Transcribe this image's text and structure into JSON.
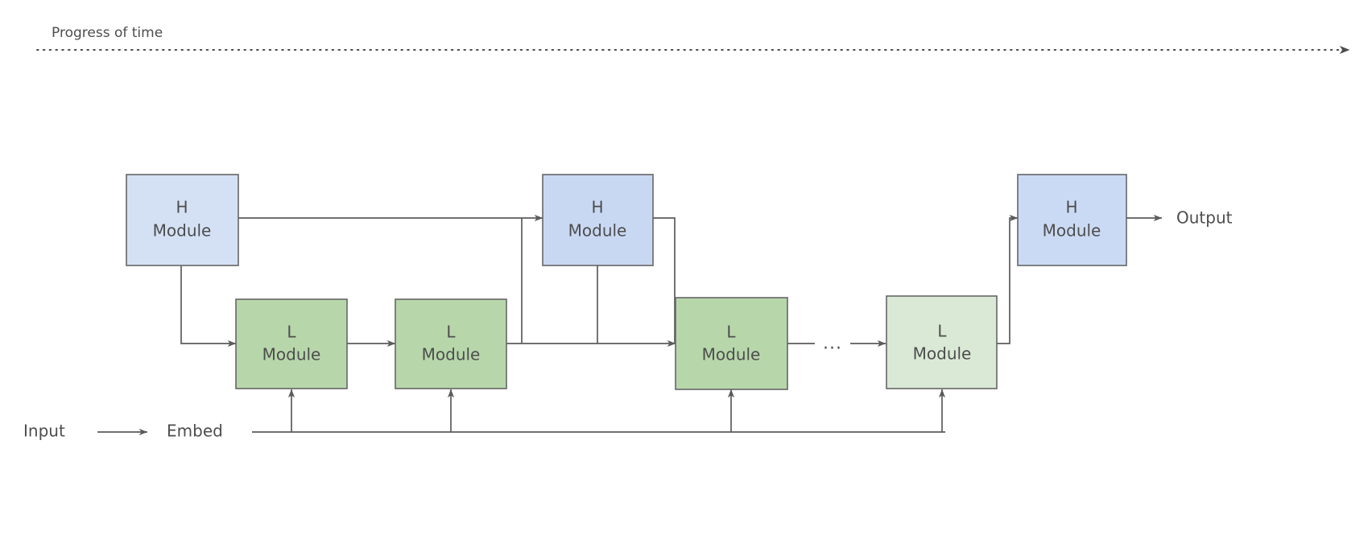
{
  "figure": {
    "timeline": {
      "label": "Progress of time",
      "arrow_direction": "right",
      "style": "dotted"
    },
    "io": {
      "input_label": "Input",
      "embed_label": "Embed",
      "output_label": "Output"
    },
    "ellipsis": "···",
    "h_modules": [
      {
        "id": "h1",
        "line1": "H",
        "line2": "Module",
        "fill": "#d4e1f5"
      },
      {
        "id": "h2",
        "line1": "H",
        "line2": "Module",
        "fill": "#c9d8f2"
      },
      {
        "id": "h3",
        "line1": "H",
        "line2": "Module",
        "fill": "#cbdaf4"
      }
    ],
    "l_modules": [
      {
        "id": "l1",
        "line1": "L",
        "line2": "Module",
        "fill": "#b7d7ab"
      },
      {
        "id": "l2",
        "line1": "L",
        "line2": "Module",
        "fill": "#b7d7ab"
      },
      {
        "id": "l3",
        "line1": "L",
        "line2": "Module",
        "fill": "#b7d7ab"
      },
      {
        "id": "l4",
        "line1": "L",
        "line2": "Module",
        "fill": "#dae9d5"
      }
    ],
    "colors": {
      "stroke": "#666666",
      "connector": "#5c5c5c",
      "text": "#4d4d4d",
      "background": "#ffffff"
    }
  }
}
